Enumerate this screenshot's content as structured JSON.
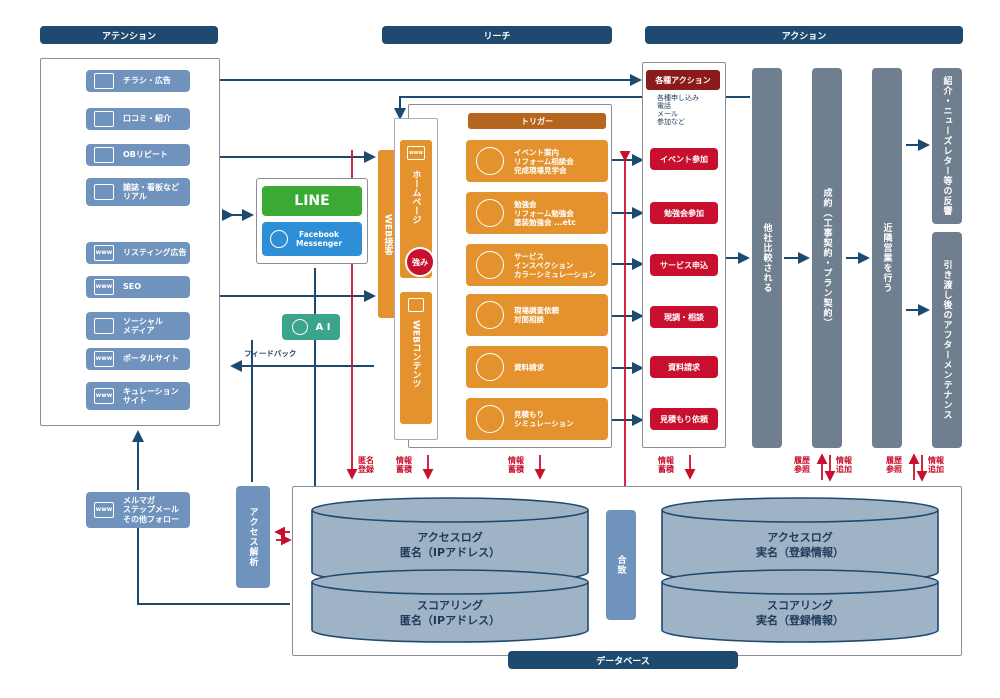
{
  "headers": {
    "attention": "アテンション",
    "reach": "リーチ",
    "action": "アクション",
    "database": "データベース"
  },
  "attention_items": [
    {
      "label": "チラシ・広告",
      "icon": "flyer-icon"
    },
    {
      "label": "口コミ・紹介",
      "icon": "speech-bubble-icon"
    },
    {
      "label": "OBリピート",
      "icon": "people-icon"
    },
    {
      "label": "雑誌・看板など\nリアル",
      "icon": "book-icon"
    },
    {
      "label": "リスティング広告",
      "icon": "web-icon"
    },
    {
      "label": "SEO",
      "icon": "web-icon"
    },
    {
      "label": "ソーシャル\nメディア",
      "icon": "thumbs-up-icon"
    },
    {
      "label": "ポータルサイト",
      "icon": "web-icon"
    },
    {
      "label": "キュレーション\nサイト",
      "icon": "web-icon"
    }
  ],
  "followup": {
    "label": "メルマガ\nステップメール\nその他フォロー"
  },
  "line": {
    "line_label": "LINE",
    "messenger_label": "Facebook\nMessenger"
  },
  "ai": {
    "label": "A I"
  },
  "feedback": "フィードバック",
  "web_reception": "WEB接客",
  "homepage": "ホームページ",
  "strength": "強み",
  "web_contents": "WEBコンテンツ",
  "trigger_title": "トリガー",
  "triggers": [
    "イベント案内\nリフォーム相談会\n完成現場見学会",
    "勉強会\nリフォーム勉強会\n塗装勉強会 ...etc",
    "サービス\nインスペクション\nカラーシミュレーション",
    "現場調査依頼\n対面相談",
    "資料請求",
    "見積もり\nシミュレーション"
  ],
  "actions": {
    "title": "各種アクション",
    "sub": "各種申し込み\n電話\nメール\n参加など",
    "items": [
      "イベント参加",
      "勉強会参加",
      "サービス申込",
      "現調・相談",
      "資料請求",
      "見積もり依頼"
    ]
  },
  "stages": [
    "他社比較される",
    "成約（工事契約・プラン契約）",
    "近隣営業を行う"
  ],
  "results": [
    "紹介・ニューズレター等の反響",
    "引き渡し後のアフターメンテナンス"
  ],
  "flow_labels": {
    "anon_reg": "匿名\n登録",
    "info_store": "情報\n蓄積",
    "history_ref": "履歴\n参照",
    "info_add": "情報\n追加"
  },
  "access_analysis": "アクセス解析",
  "merge": "合致",
  "databases": [
    "アクセスログ\n匿名（IPアドレス）",
    "スコアリング\n匿名（IPアドレス）",
    "アクセスログ\n実名（登録情報）",
    "スコアリング\n実名（登録情報）"
  ],
  "colors": {
    "navy": "#1f4a6f",
    "blue": "#6f93bd",
    "orange": "#e3922d",
    "red": "#c8102e",
    "gray": "#6f7f8f",
    "db": "#9fb3c6"
  }
}
